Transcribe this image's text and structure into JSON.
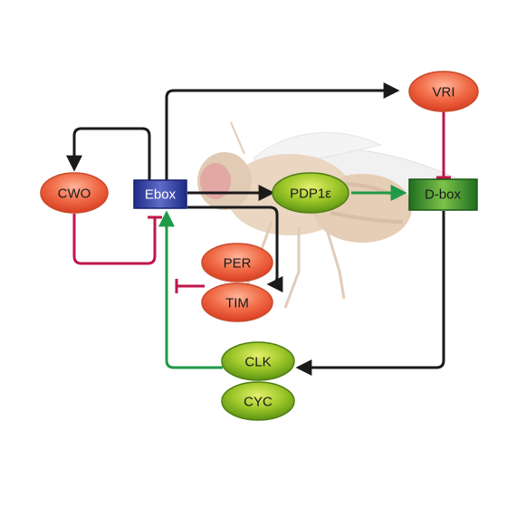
{
  "diagram": {
    "nodes": {
      "cwo": {
        "label": "CWO",
        "kind": "repressor"
      },
      "ebox": {
        "label": "Ebox",
        "kind": "promoter-element"
      },
      "pdp1e": {
        "label": "PDP1ε",
        "kind": "activator"
      },
      "dbox": {
        "label": "D-box",
        "kind": "promoter-element"
      },
      "vri": {
        "label": "VRI",
        "kind": "repressor"
      },
      "per": {
        "label": "PER",
        "kind": "repressor"
      },
      "tim": {
        "label": "TIM",
        "kind": "repressor"
      },
      "clk": {
        "label": "CLK",
        "kind": "activator"
      },
      "cyc": {
        "label": "CYC",
        "kind": "activator"
      }
    },
    "edges": [
      {
        "from": "ebox",
        "to": "cwo",
        "type": "expression"
      },
      {
        "from": "cwo",
        "to": "ebox",
        "type": "repression"
      },
      {
        "from": "ebox",
        "to": "vri",
        "type": "expression"
      },
      {
        "from": "vri",
        "to": "dbox",
        "type": "repression"
      },
      {
        "from": "ebox",
        "to": "pdp1e",
        "type": "expression"
      },
      {
        "from": "pdp1e",
        "to": "dbox",
        "type": "activation"
      },
      {
        "from": "ebox",
        "to": "per-tim",
        "type": "expression"
      },
      {
        "from": "per-tim",
        "to": "ebox",
        "type": "repression"
      },
      {
        "from": "dbox",
        "to": "clk",
        "type": "expression"
      },
      {
        "from": "clk-cyc",
        "to": "ebox",
        "type": "activation"
      }
    ],
    "colors": {
      "repressor_fill": "#f0603e",
      "activator_fill": "#7bb51e",
      "ebox_fill": "#2b3a9a",
      "dbox_fill": "#2c8a2c",
      "expression_arrow": "#1a1a1a",
      "repression_line": "#c0164a",
      "activation_arrow": "#1f9a48"
    },
    "background_image": "fruit-fly-silhouette"
  }
}
